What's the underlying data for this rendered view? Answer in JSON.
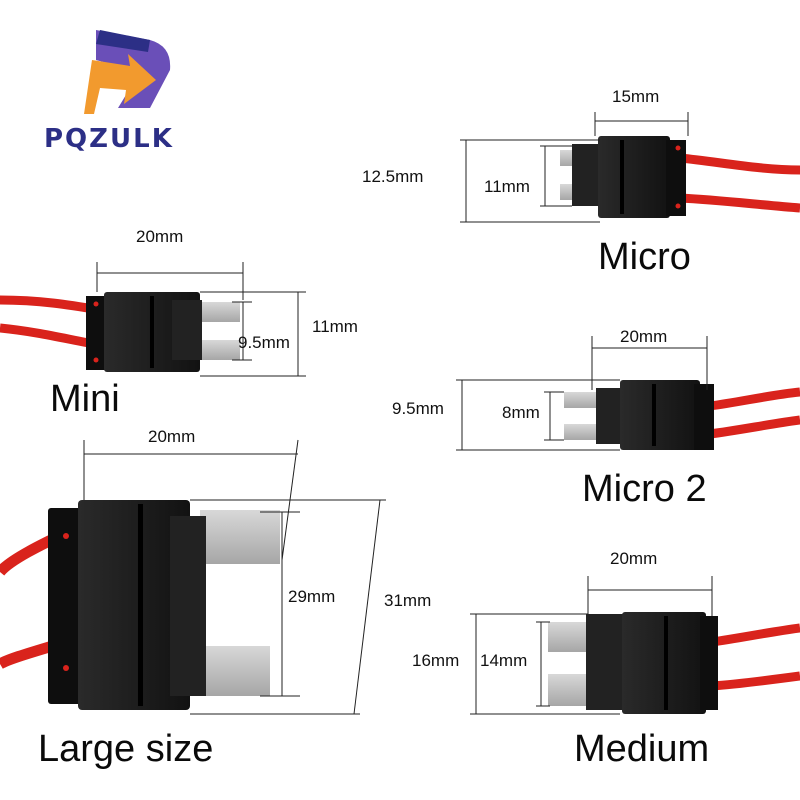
{
  "brand": {
    "name": "PQZULK",
    "logo_icon": "arrow-logo-icon",
    "colors": {
      "navy": "#2c2f86",
      "orange": "#f29a2e",
      "purple": "#6a4fb8"
    }
  },
  "colors": {
    "wire": "#d9231c",
    "housing": "#1a1a1a",
    "blade": "#b9b9b9",
    "dim_line": "#222222"
  },
  "fuses": {
    "micro": {
      "label": "Micro",
      "width": "15mm",
      "outer_height": "12.5mm",
      "blade_height": "11mm"
    },
    "mini": {
      "label": "Mini",
      "width": "20mm",
      "blade_height": "9.5mm",
      "outer_height": "11mm"
    },
    "micro2": {
      "label": "Micro 2",
      "width": "20mm",
      "outer_height": "9.5mm",
      "blade_height": "8mm"
    },
    "large": {
      "label": "Large size",
      "width": "20mm",
      "blade_height": "29mm",
      "outer_height": "31mm"
    },
    "medium": {
      "label": "Medium",
      "width": "20mm",
      "outer_height": "16mm",
      "blade_height": "14mm"
    }
  }
}
